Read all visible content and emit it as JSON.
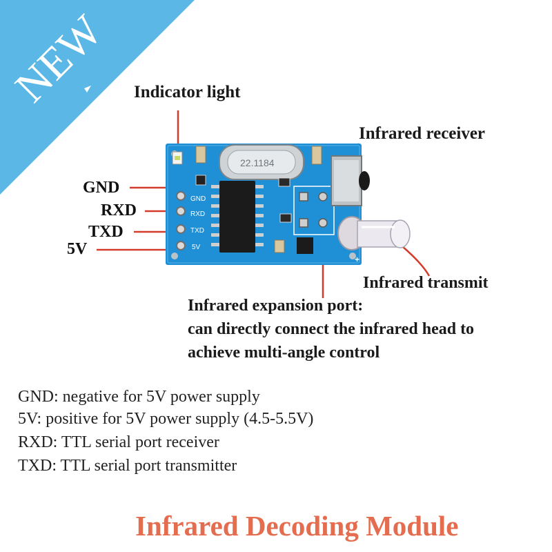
{
  "banner": {
    "label": "NEW",
    "color": "#5bb8e6"
  },
  "callouts": {
    "indicator": "Indicator light",
    "receiver": "Infrared receiver",
    "transmit": "Infrared transmit",
    "expansion_title": "Infrared expansion port:",
    "expansion_line1": "can directly connect the infrared head to",
    "expansion_line2": "achieve multi-angle control"
  },
  "pins": {
    "gnd": "GND",
    "rxd": "RXD",
    "txd": "TXD",
    "v5": "5V"
  },
  "silkscreen": {
    "gnd": "GND",
    "rxd": "RXD",
    "txd": "TXD",
    "v5": "5V",
    "crystal": "22.1184"
  },
  "descriptions": [
    "GND: negative for 5V power supply",
    "5V: positive for 5V power supply (4.5-5.5V)",
    "RXD: TTL serial port receiver",
    "TXD: TTL serial port transmitter"
  ],
  "title": "Infrared Decoding Module",
  "colors": {
    "pcb": "#1f8fd6",
    "leader": "#d63a2a",
    "title": "#e46d50"
  }
}
